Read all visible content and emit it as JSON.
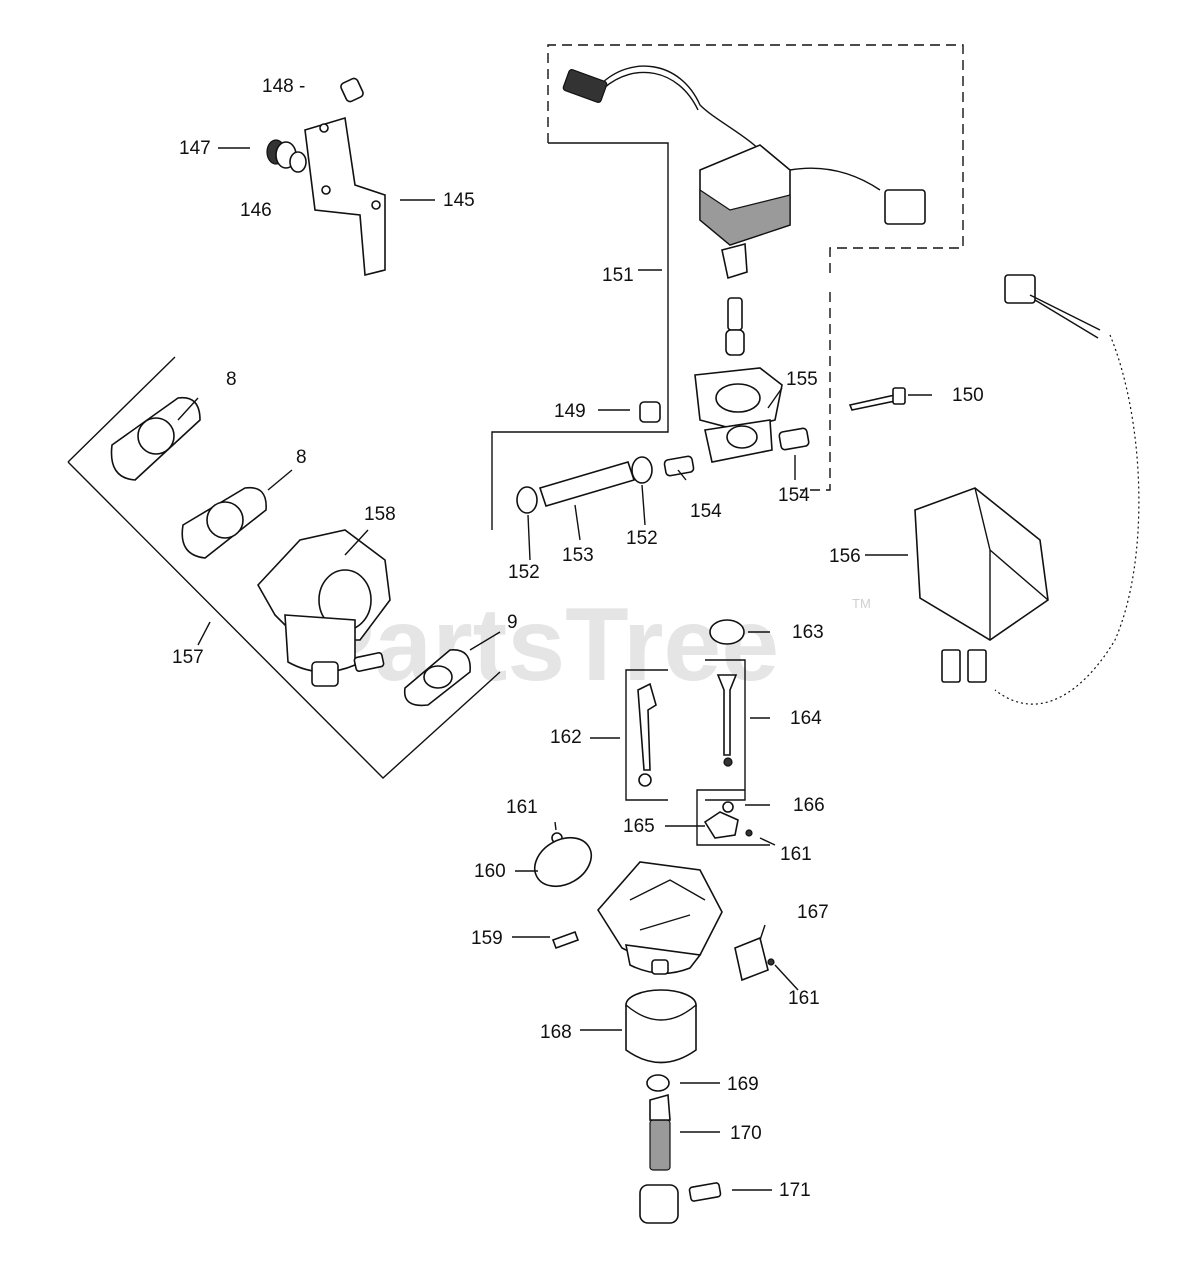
{
  "watermark": {
    "text": "PartsTree",
    "tm": "TM"
  },
  "labels": [
    {
      "id": "148",
      "text": "148 -"
    },
    {
      "id": "147",
      "text": "147"
    },
    {
      "id": "146",
      "text": "146"
    },
    {
      "id": "145",
      "text": "145"
    },
    {
      "id": "151",
      "text": "151"
    },
    {
      "id": "8a",
      "text": "8"
    },
    {
      "id": "8b",
      "text": "8"
    },
    {
      "id": "155",
      "text": "155"
    },
    {
      "id": "150",
      "text": "150"
    },
    {
      "id": "149",
      "text": "149"
    },
    {
      "id": "158",
      "text": "158"
    },
    {
      "id": "154a",
      "text": "154"
    },
    {
      "id": "154b",
      "text": "154"
    },
    {
      "id": "152a",
      "text": "152"
    },
    {
      "id": "153",
      "text": "153"
    },
    {
      "id": "152b",
      "text": "152"
    },
    {
      "id": "156",
      "text": "156"
    },
    {
      "id": "9",
      "text": "9"
    },
    {
      "id": "163",
      "text": "163"
    },
    {
      "id": "157",
      "text": "157"
    },
    {
      "id": "164",
      "text": "164"
    },
    {
      "id": "162",
      "text": "162"
    },
    {
      "id": "161a",
      "text": "161"
    },
    {
      "id": "166",
      "text": "166"
    },
    {
      "id": "165",
      "text": "165"
    },
    {
      "id": "161b",
      "text": "161"
    },
    {
      "id": "160",
      "text": "160"
    },
    {
      "id": "167",
      "text": "167"
    },
    {
      "id": "159",
      "text": "159"
    },
    {
      "id": "161c",
      "text": "161"
    },
    {
      "id": "168",
      "text": "168"
    },
    {
      "id": "169",
      "text": "169"
    },
    {
      "id": "170",
      "text": "170"
    },
    {
      "id": "171",
      "text": "171"
    }
  ]
}
